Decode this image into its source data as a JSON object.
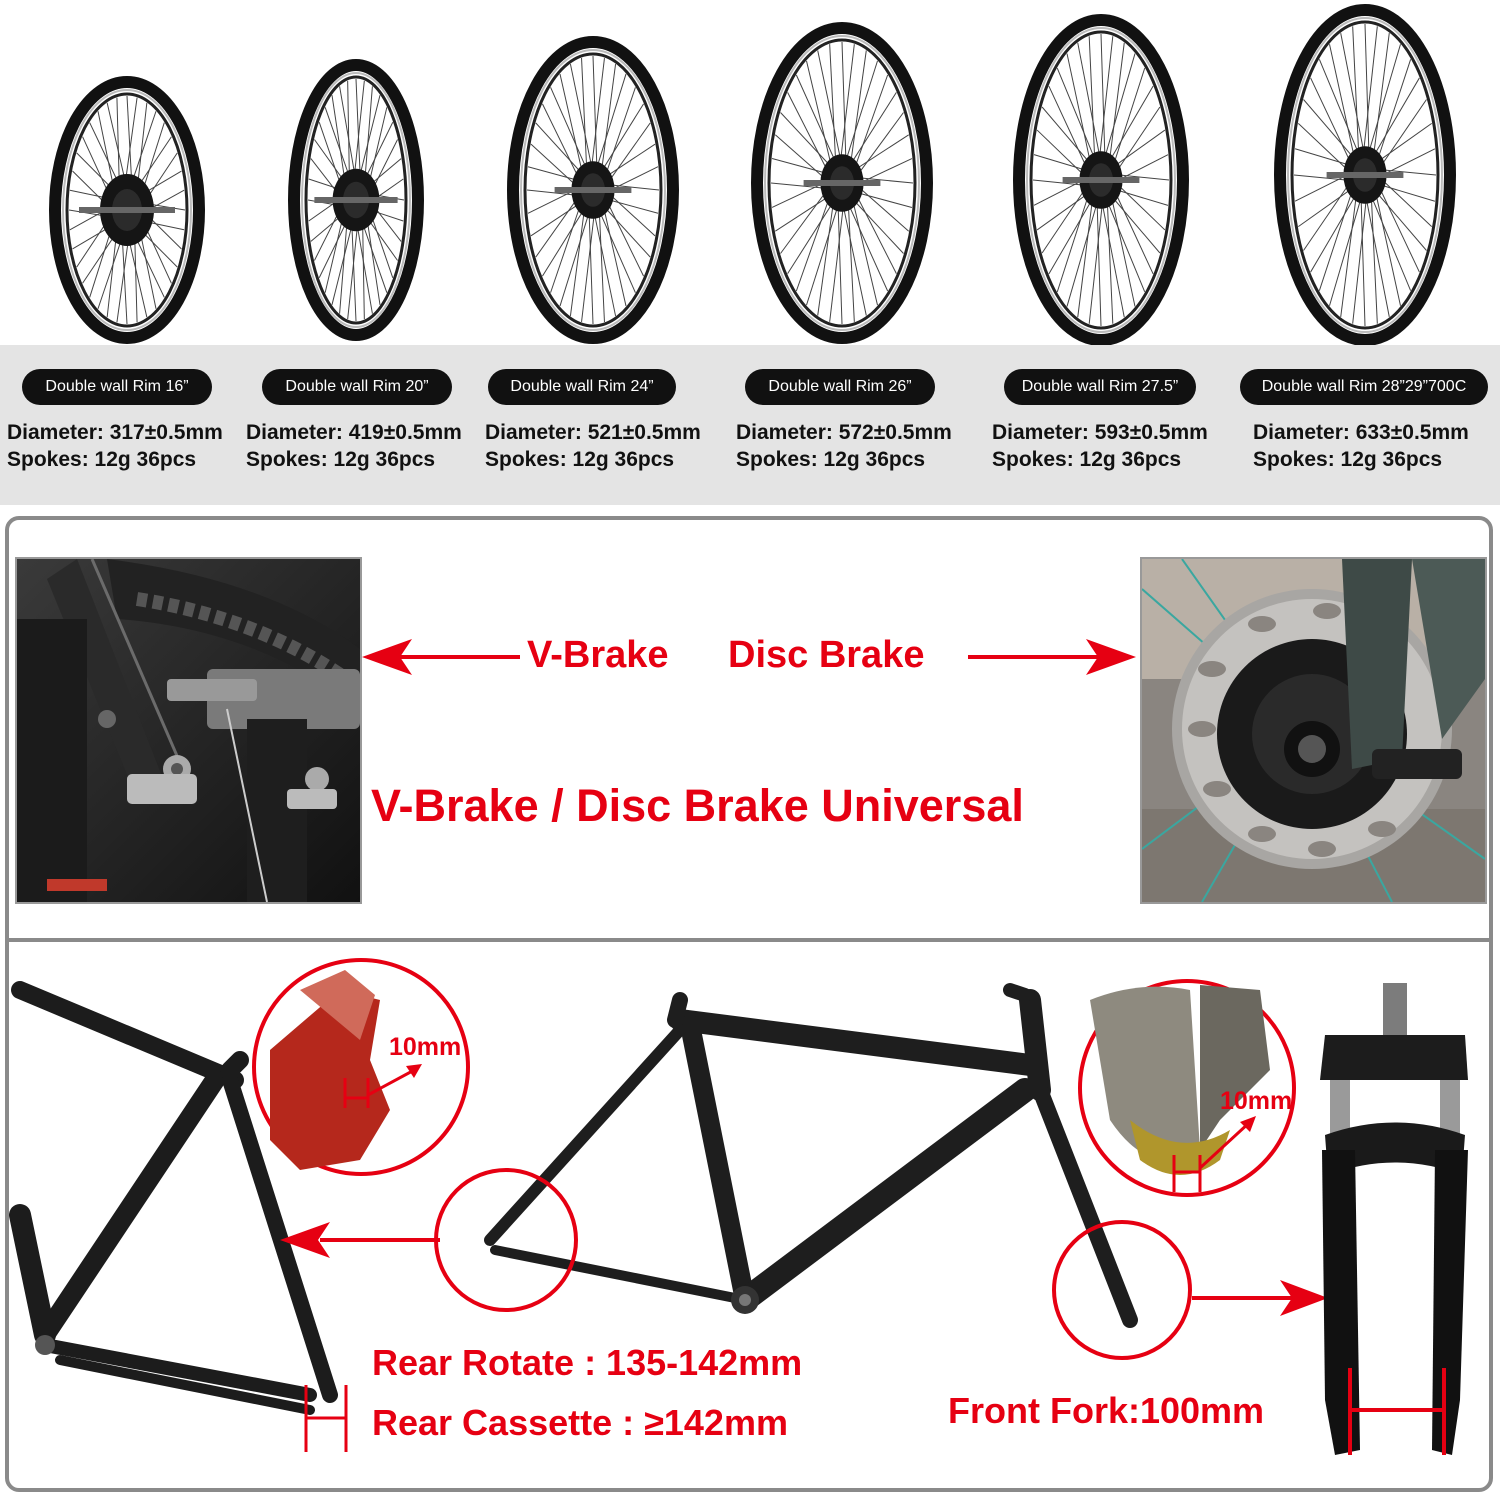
{
  "wheels": [
    {
      "rim_label": "Double wall Rim 16”",
      "diameter": "Diameter: 317±0.5mm",
      "spokes": "Spokes: 12g 36pcs"
    },
    {
      "rim_label": "Double wall Rim 20”",
      "diameter": "Diameter: 419±0.5mm",
      "spokes": "Spokes: 12g 36pcs"
    },
    {
      "rim_label": "Double wall Rim 24”",
      "diameter": "Diameter: 521±0.5mm",
      "spokes": "Spokes: 12g 36pcs"
    },
    {
      "rim_label": "Double wall Rim 26”",
      "diameter": "Diameter: 572±0.5mm",
      "spokes": "Spokes: 12g 36pcs"
    },
    {
      "rim_label": "Double wall Rim 27.5”",
      "diameter": "Diameter: 593±0.5mm",
      "spokes": "Spokes: 12g 36pcs"
    },
    {
      "rim_label": "Double wall Rim 28”29”700C",
      "diameter": "Diameter: 633±0.5mm",
      "spokes": "Spokes: 12g 36pcs"
    }
  ],
  "brake": {
    "v_brake": "V-Brake",
    "disc_brake": "Disc Brake",
    "universal": "V-Brake / Disc Brake Universal"
  },
  "frame": {
    "rear_dropout": "10mm",
    "front_dropout": "10mm",
    "rear_rotate": "Rear Rotate : 135-142mm",
    "rear_cassette": "Rear Cassette : ≥142mm",
    "front_fork": "Front Fork:100mm"
  },
  "colors": {
    "accent": "#e60012",
    "pill": "#111111",
    "band": "#e4e4e4",
    "border": "#8a8a8a"
  }
}
